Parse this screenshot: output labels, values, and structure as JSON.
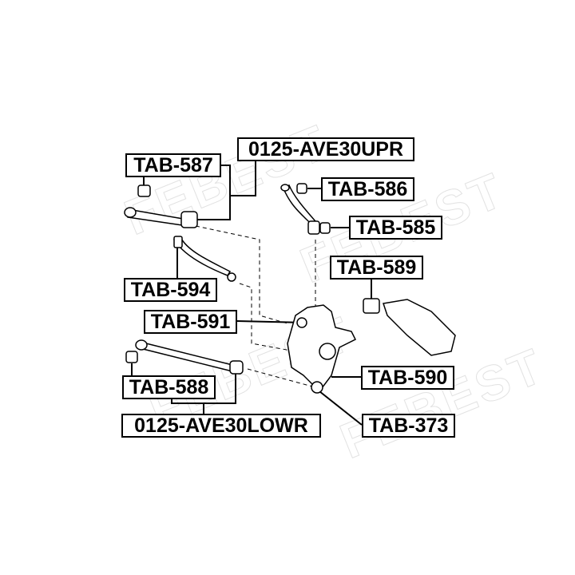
{
  "watermark": "FEBEST",
  "labels": {
    "tab587": "TAB-587",
    "upr": "0125-AVE30UPR",
    "tab586": "TAB-586",
    "tab585": "TAB-585",
    "tab589": "TAB-589",
    "tab594": "TAB-594",
    "tab591": "TAB-591",
    "tab590": "TAB-590",
    "tab588": "TAB-588",
    "lowr": "0125-AVE30LOWR",
    "tab373": "TAB-373"
  }
}
